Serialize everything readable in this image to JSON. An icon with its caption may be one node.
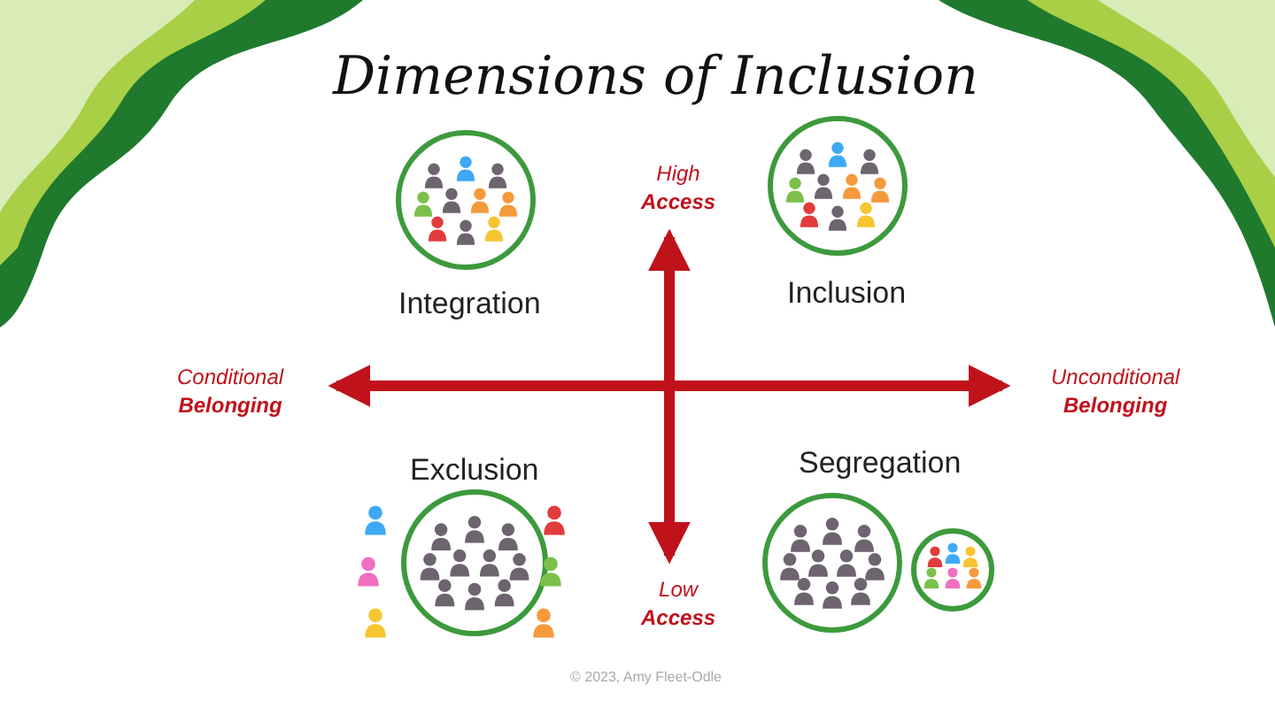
{
  "diagram": {
    "title": "Dimensions of Inclusion",
    "labels": [
      "High **Access**",
      "Integration",
      "Inclusion",
      "Conditional **Belonging**",
      "Unconditional **Belonging**",
      "Exclusion",
      "Segregation",
      "Low **Access**",
      "© 2023, Amy Fleet-Odle"
    ]
  }
}
